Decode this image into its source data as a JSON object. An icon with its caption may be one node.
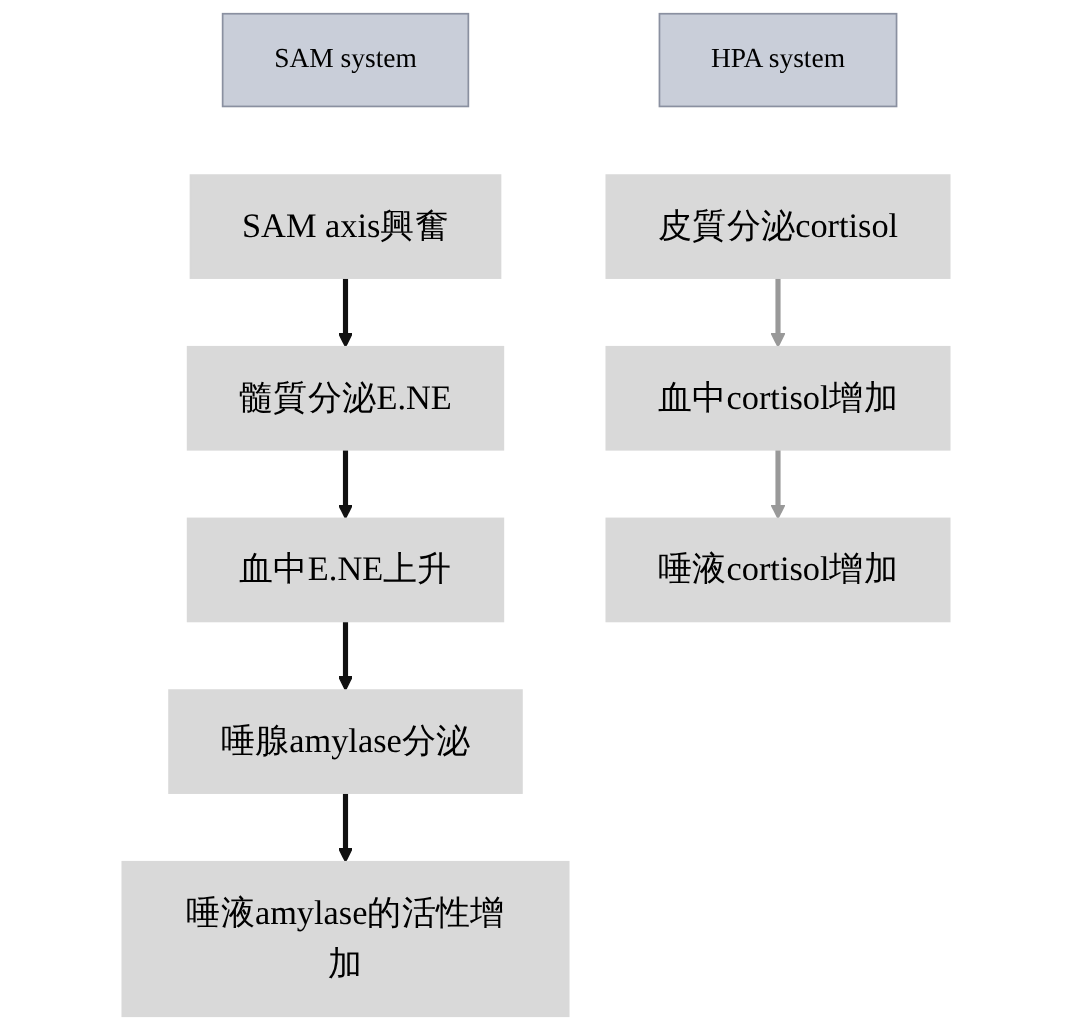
{
  "diagram": {
    "nodes": [
      {
        "text": [
          "SAM system"
        ]
      },
      {
        "text": [
          "SAM axis興奮"
        ]
      },
      {
        "text": [
          "髓質分泌E.NE"
        ]
      },
      {
        "text": [
          "血中E.NE上升"
        ]
      },
      {
        "text": [
          "唾腺amylase分泌"
        ]
      },
      {
        "text": [
          "唾液amylase的活性增加"
        ]
      },
      {
        "text": [
          "HPA system"
        ]
      },
      {
        "text": [
          "皮質分泌cortisol"
        ]
      },
      {
        "text": [
          "血中cortisol增加"
        ]
      },
      {
        "text": [
          "唾液cortisol增加"
        ]
      }
    ],
    "edges": [
      {
        "from": 1,
        "to": 2,
        "arrow": "to"
      },
      {
        "from": 2,
        "to": 3,
        "arrow": "to"
      },
      {
        "from": 3,
        "to": 4,
        "arrow": "to"
      },
      {
        "from": 4,
        "to": 5,
        "arrow": "to"
      },
      {
        "from": 7,
        "to": 8,
        "arrow": "to",
        "color": "#999999"
      },
      {
        "from": 8,
        "to": 9,
        "arrow": "to",
        "color": "#999999"
      }
    ]
  }
}
